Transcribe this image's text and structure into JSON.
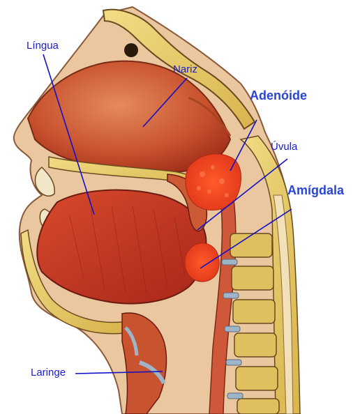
{
  "colors": {
    "label_text": "#1a1ad2",
    "emphasis_text": "#2a44d8",
    "leader_line": "#1010c8",
    "tissue_red": "#c33a22",
    "tissue_orange": "#d9713f",
    "bone_yellow": "#e8cf6a",
    "lymphoid_red": "#ef3a1a",
    "skin_tan": "#eac79f",
    "cartilage_blue": "#9fb4c9"
  },
  "labels": {
    "lingua": "Língua",
    "nariz": "Nariz",
    "adenoide": "Adenóide",
    "uvula": "Úvula",
    "amigdala": "Amígdala",
    "laringe": "Laringe"
  },
  "icons": {
    "illustration": "sagittal-head-neck-anatomy"
  }
}
